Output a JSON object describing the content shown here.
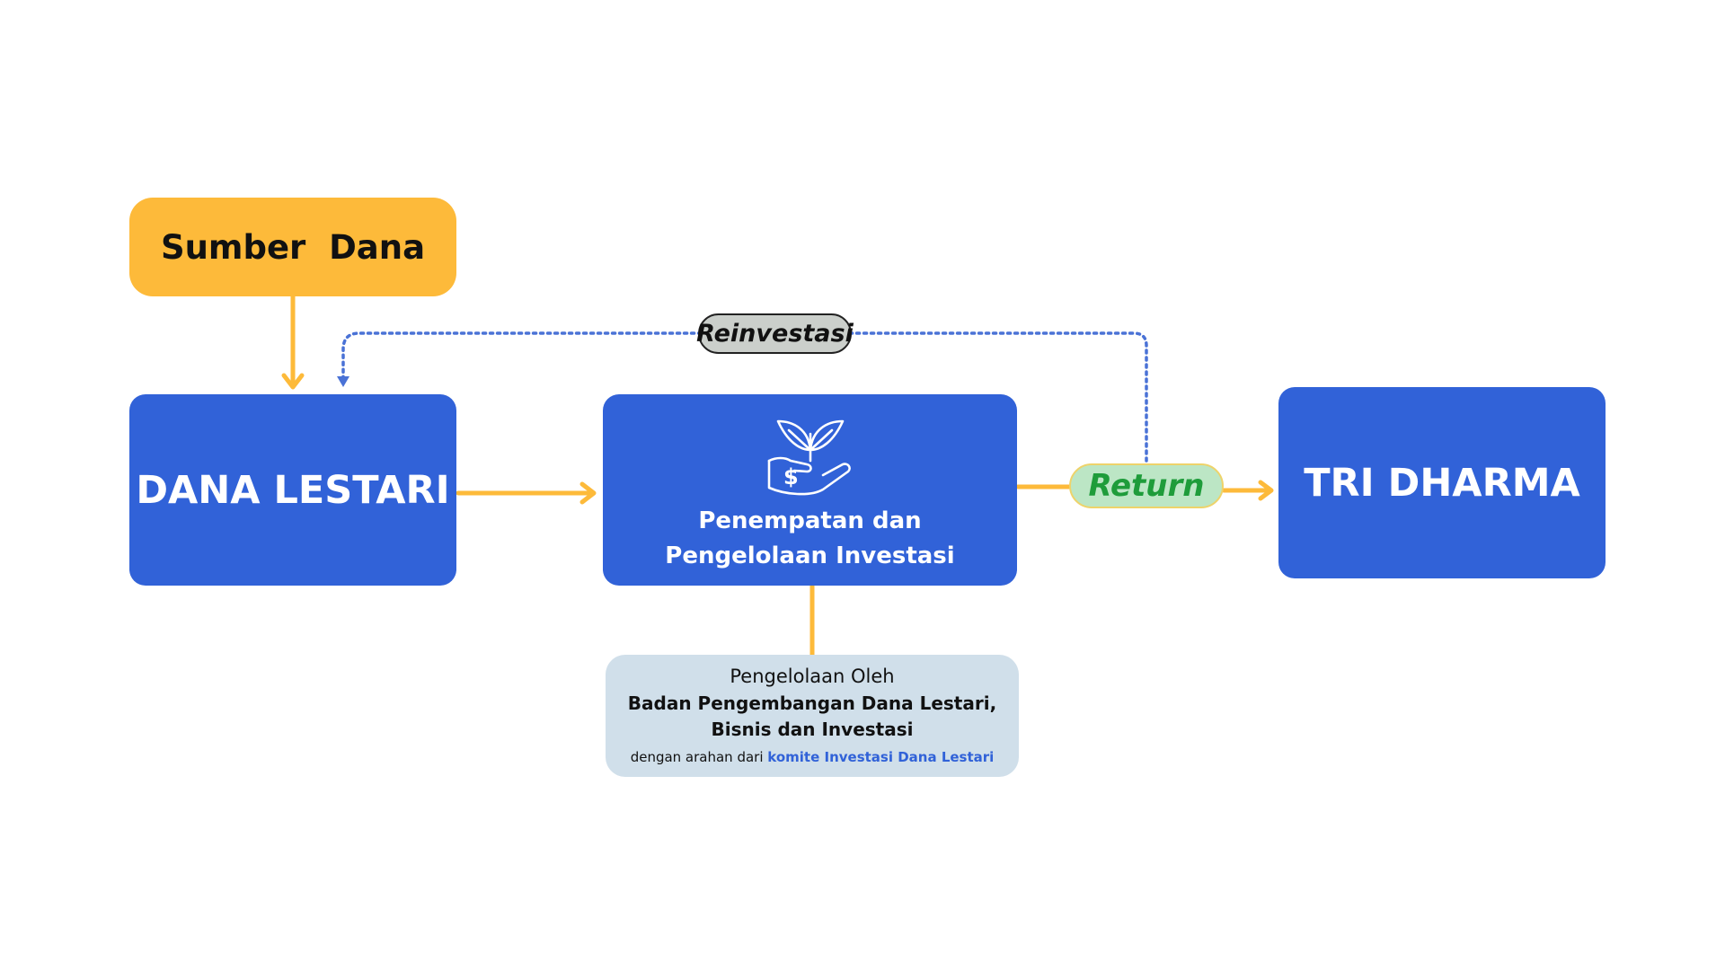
{
  "diagram": {
    "source_node": {
      "label": "Sumber  Dana"
    },
    "dana_node": {
      "label": "DANA LESTARI"
    },
    "invest_node": {
      "label_line1": "Penempatan dan",
      "label_line2": "Pengelolaan Investasi",
      "icon": "hand-plant-money-icon"
    },
    "tri_node": {
      "label": "TRI DHARMA"
    },
    "reinvest_edge": {
      "label": "Reinvestasi"
    },
    "return_edge": {
      "label": "Return"
    },
    "management": {
      "heading": "Pengelolaan Oleh",
      "org_line1": "Badan Pengembangan Dana Lestari,",
      "org_line2": "Bisnis dan Investasi",
      "note_prefix": "dengan arahan dari ",
      "note_highlight": "komite Investasi Dana Lestari"
    }
  },
  "colors": {
    "node_blue": "#3162D8",
    "source_orange": "#FDBA3A",
    "arrow_orange": "#FDBA3A",
    "dotted_blue": "#4A72D6",
    "management_bg": "#D0DFEA",
    "reinvest_bg": "#CBCFCB",
    "return_bg": "#BCE6C5",
    "return_text": "#1E9C3A"
  }
}
